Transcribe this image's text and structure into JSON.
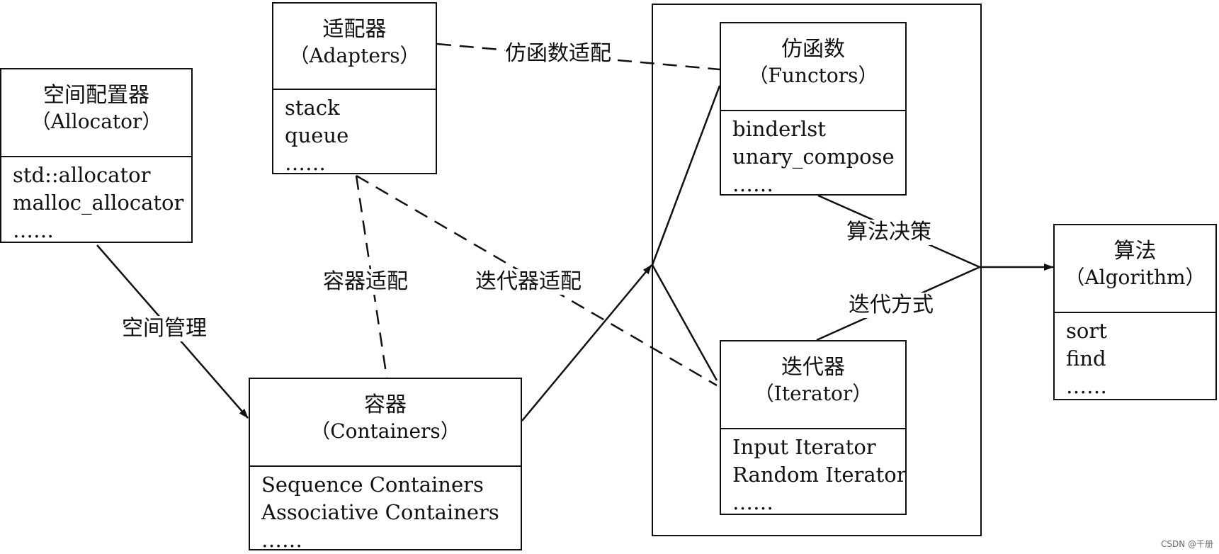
{
  "boxes": {
    "allocator": {
      "title": "空间配置器",
      "sub": "（Allocator）",
      "items": [
        "std::allocator",
        "malloc_allocator",
        "……"
      ]
    },
    "adapters": {
      "title": "适配器",
      "sub": "（Adapters）",
      "items": [
        "stack",
        "queue",
        "……"
      ]
    },
    "containers": {
      "title": "容器",
      "sub": "（Containers）",
      "items": [
        "Sequence Containers",
        "Associative Containers",
        "……"
      ]
    },
    "functors": {
      "title": "仿函数",
      "sub": "（Functors）",
      "items": [
        "binderlst",
        "unary_compose",
        "……"
      ]
    },
    "iterator": {
      "title": "迭代器",
      "sub": "（Iterator）",
      "items": [
        "Input Iterator",
        "Random Iterator",
        "……"
      ]
    },
    "algorithm": {
      "title": "算法",
      "sub": "（Algorithm）",
      "items": [
        "sort",
        "find",
        "……"
      ]
    }
  },
  "edge_labels": {
    "space_mgmt": "空间管理",
    "functor_adapt": "仿函数适配",
    "container_adapt": "容器适配",
    "iterator_adapt": "迭代器适配",
    "algo_decision": "算法决策",
    "iter_mode": "迭代方式"
  },
  "watermark": "CSDN @千册"
}
